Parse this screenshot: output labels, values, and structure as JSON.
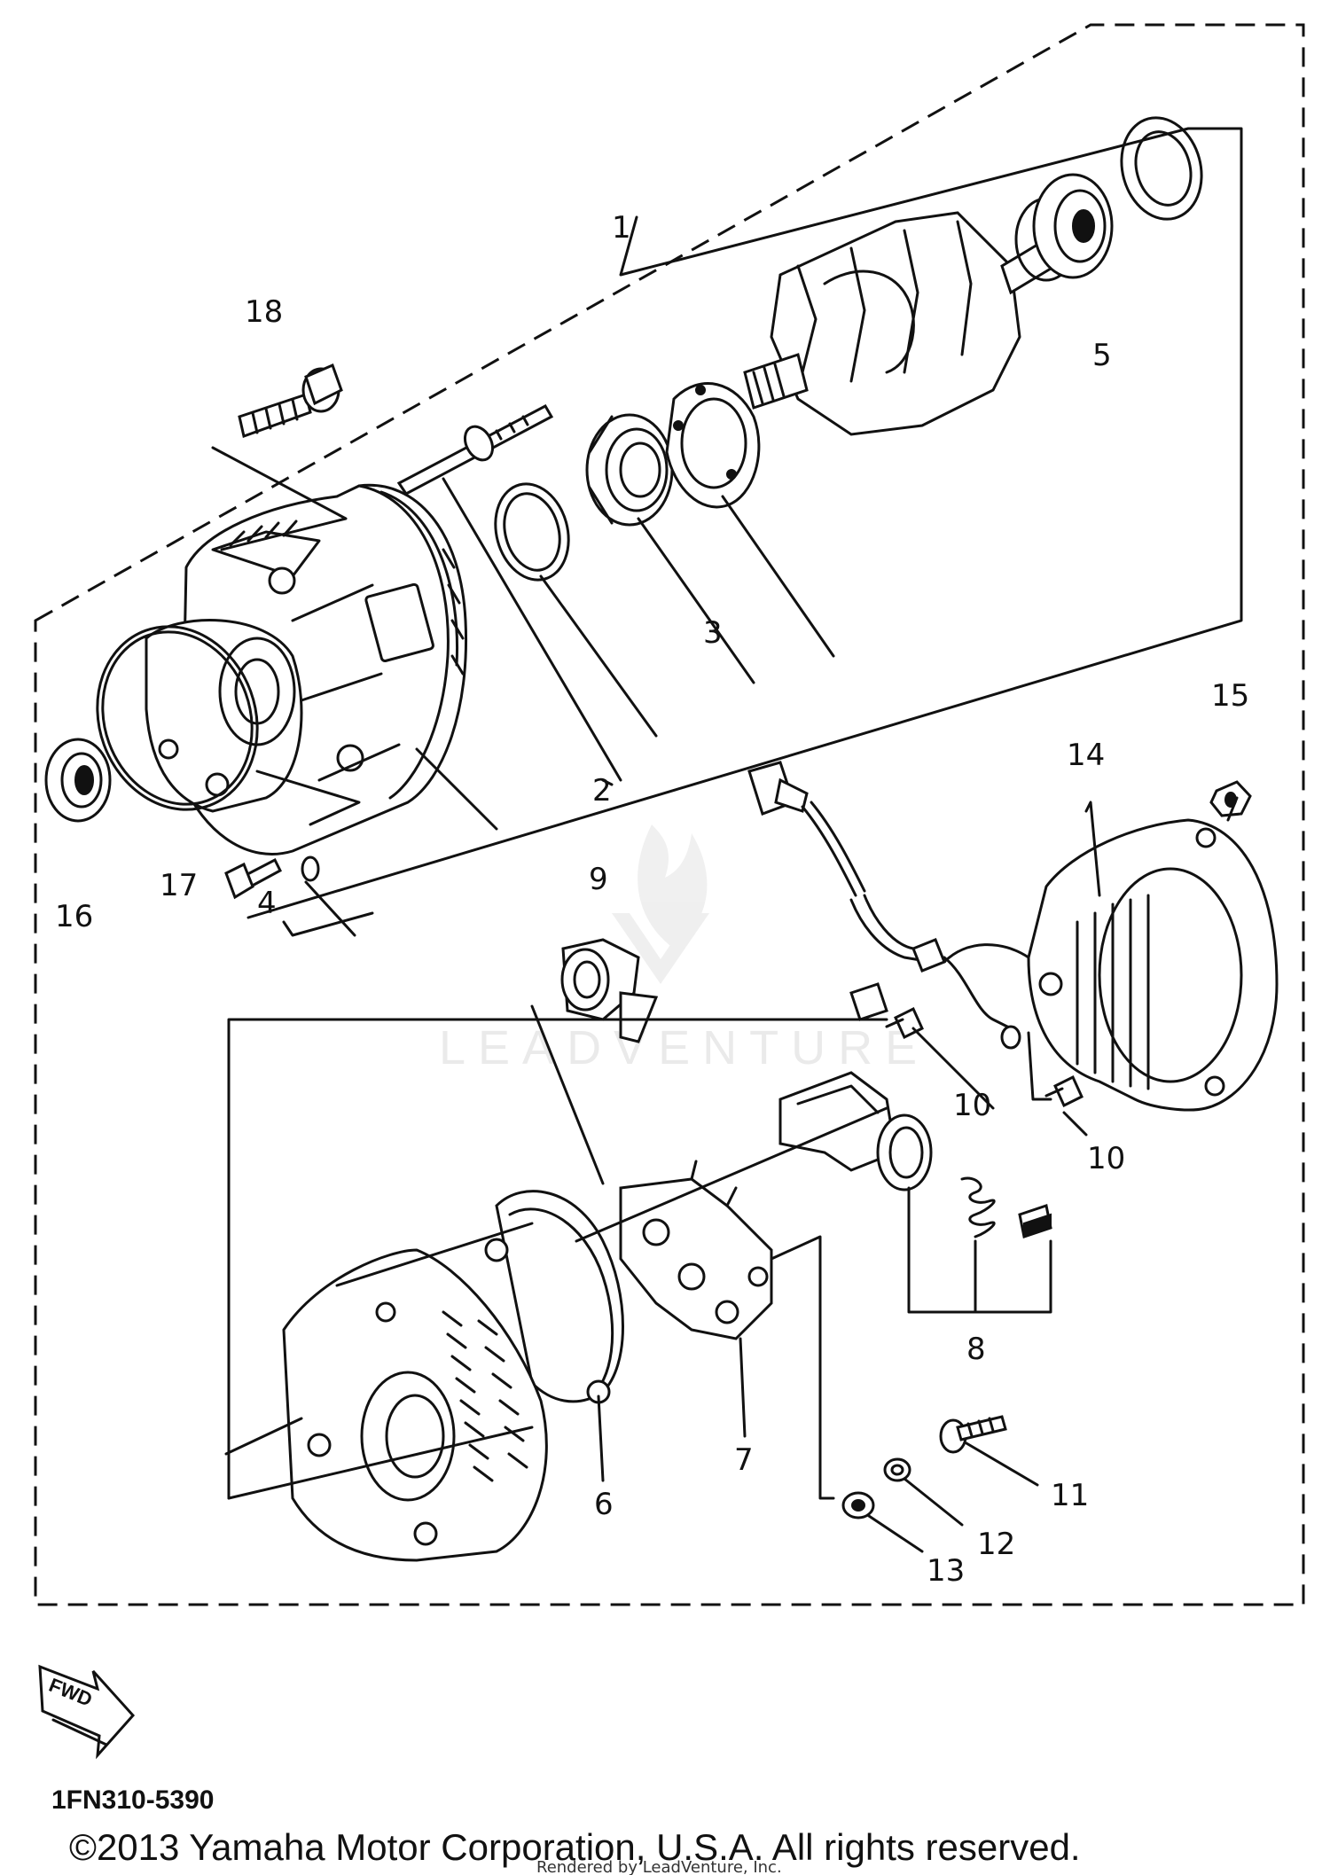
{
  "callouts": [
    {
      "id": "1",
      "label": "1"
    },
    {
      "id": "2",
      "label": "2"
    },
    {
      "id": "3",
      "label": "3"
    },
    {
      "id": "4",
      "label": "4"
    },
    {
      "id": "5",
      "label": "5"
    },
    {
      "id": "6",
      "label": "6"
    },
    {
      "id": "7",
      "label": "7"
    },
    {
      "id": "8",
      "label": "8"
    },
    {
      "id": "9",
      "label": "9"
    },
    {
      "id": "10a",
      "label": "10"
    },
    {
      "id": "10b",
      "label": "10"
    },
    {
      "id": "11",
      "label": "11"
    },
    {
      "id": "12",
      "label": "12"
    },
    {
      "id": "13",
      "label": "13"
    },
    {
      "id": "14",
      "label": "14"
    },
    {
      "id": "15",
      "label": "15"
    },
    {
      "id": "16",
      "label": "16"
    },
    {
      "id": "17",
      "label": "17"
    },
    {
      "id": "18",
      "label": "18"
    }
  ],
  "fwd_label": "FWD",
  "diagram_code": "1FN310-5390",
  "copyright": "©2013 Yamaha Motor Corporation, U.S.A. All rights reserved.",
  "rendered_by": "Rendered by LeadVenture, Inc.",
  "watermark": "LEADVENTURE"
}
